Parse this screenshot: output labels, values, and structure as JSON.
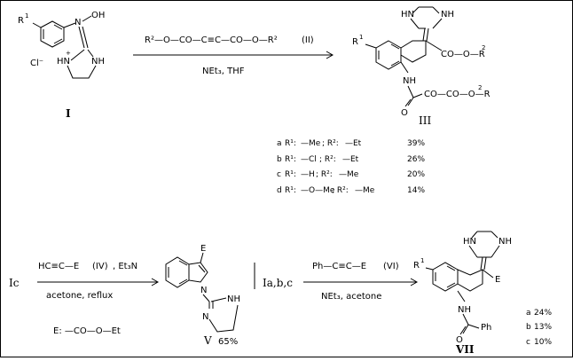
{
  "compound_labels": {
    "I": "I",
    "II": "(II)",
    "III": "III",
    "V": "V",
    "VI": "(VI)",
    "VII": "VII",
    "IV": "(IV)"
  },
  "reaction1": {
    "reagent_top": "R²—O—CO—C≡C—CO—O—R²",
    "reagent_bottom": "NEt₃, THF",
    "reactant_r1": "R",
    "reactant_sup": "1",
    "reactant_counterion": "Cl⁻",
    "product_ester1": "CO—O—R",
    "product_ester1_sup": "2",
    "product_ester2": "CO—CO—O—R",
    "product_ester2_sup": "2",
    "product_nh": "NH",
    "product_o": "O",
    "product_r1": "R",
    "product_r1_sup": "1"
  },
  "substituents": [
    {
      "letter": "a",
      "r1": "—Me",
      "r2": "—Et",
      "yield": "39%"
    },
    {
      "letter": "b",
      "r1": "—Cl",
      "r2": "—Et",
      "yield": "26%"
    },
    {
      "letter": "c",
      "r1": "—H",
      "r2": "—Me",
      "yield": "20%"
    },
    {
      "letter": "d",
      "r1": "—O—Me",
      "r2": "—Me",
      "yield": "14%"
    }
  ],
  "reaction2": {
    "start": "Ic",
    "reagent_top": "HC≡C—E",
    "reagent_extra": ", Et₃N",
    "reagent_bottom": "acetone, reflux",
    "e_definition": "E: —CO—O—Et",
    "product_e": "E",
    "product_yield": "65%"
  },
  "reaction3": {
    "start": "Ia,b,c",
    "reagent_top": "Ph—C≡C—E",
    "reagent_bottom": "NEt₃, acetone",
    "product_r1": "R",
    "product_r1_sup": "1",
    "product_e": "E",
    "product_nh": "NH",
    "product_o": "O",
    "product_ph": "Ph",
    "yields": [
      {
        "letter": "a",
        "value": "24%"
      },
      {
        "letter": "b",
        "value": "13%"
      },
      {
        "letter": "c",
        "value": "10%"
      }
    ]
  }
}
